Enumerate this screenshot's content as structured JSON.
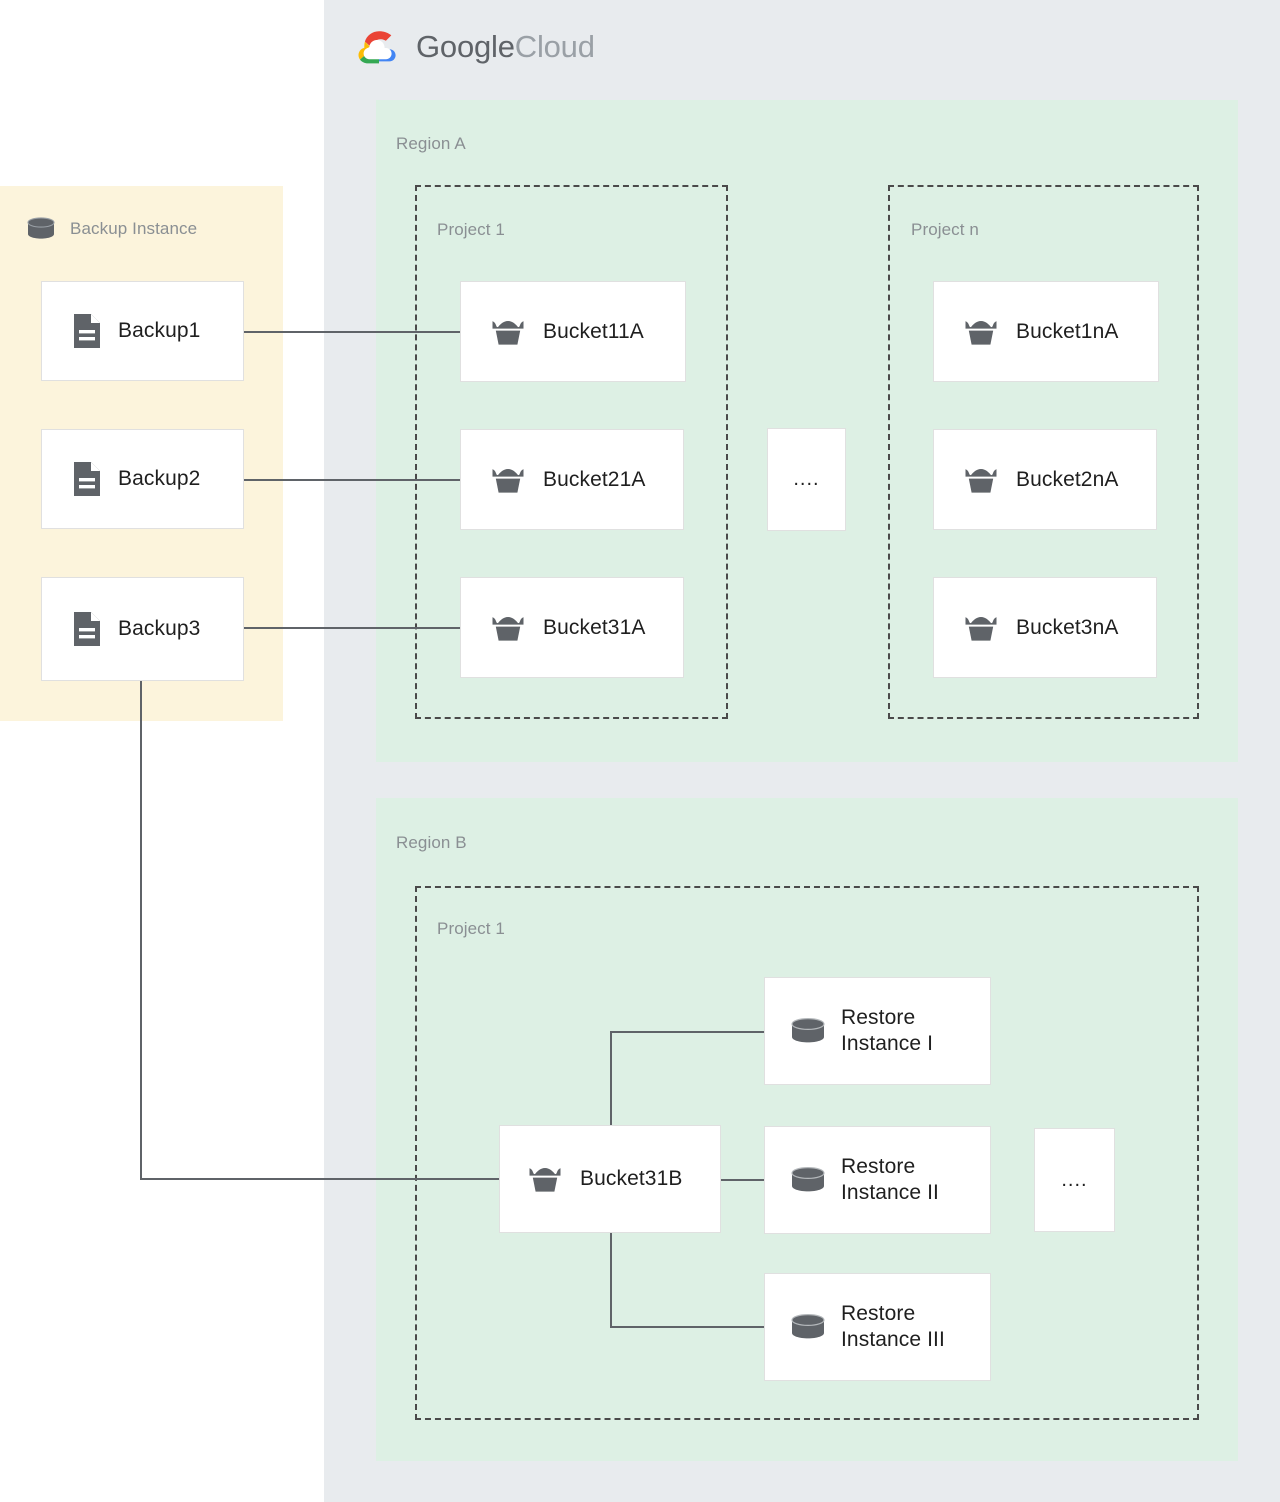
{
  "cloud": {
    "brand_word1": "Google",
    "brand_word2": "Cloud",
    "logo_icon": "google-cloud-logo-icon",
    "panel_color": "#e8ebee"
  },
  "backup_panel": {
    "title": "Backup Instance",
    "title_icon": "database-cylinder-icon",
    "panel_color": "#fcf4dc",
    "items": [
      {
        "label": "Backup1",
        "icon": "document-icon"
      },
      {
        "label": "Backup2",
        "icon": "document-icon"
      },
      {
        "label": "Backup3",
        "icon": "document-icon"
      }
    ]
  },
  "regions": [
    {
      "label": "Region A",
      "color": "#ddf0e4",
      "projects": [
        {
          "label": "Project 1",
          "nodes": [
            {
              "label": "Bucket11A",
              "icon": "storage-bucket-icon"
            },
            {
              "label": "Bucket21A",
              "icon": "storage-bucket-icon"
            },
            {
              "label": "Bucket31A",
              "icon": "storage-bucket-icon"
            }
          ]
        },
        {
          "label": "Project n",
          "nodes": [
            {
              "label": "Bucket1nA",
              "icon": "storage-bucket-icon"
            },
            {
              "label": "Bucket2nA",
              "icon": "storage-bucket-icon"
            },
            {
              "label": "Bucket3nA",
              "icon": "storage-bucket-icon"
            }
          ]
        }
      ],
      "ellipsis": "...."
    },
    {
      "label": "Region B",
      "color": "#ddf0e4",
      "projects": [
        {
          "label": "Project 1",
          "nodes": [
            {
              "label": "Bucket31B",
              "icon": "storage-bucket-icon"
            },
            {
              "label": "Restore\nInstance I",
              "icon": "database-cylinder-icon"
            },
            {
              "label": "Restore\nInstance II",
              "icon": "database-cylinder-icon"
            },
            {
              "label": "Restore\nInstance III",
              "icon": "database-cylinder-icon"
            }
          ]
        }
      ],
      "ellipsis": "...."
    }
  ],
  "connections": [
    {
      "from": "Backup1",
      "to": "Bucket11A"
    },
    {
      "from": "Backup2",
      "to": "Bucket21A"
    },
    {
      "from": "Backup3",
      "to": "Bucket31A"
    },
    {
      "from": "Backup3",
      "to": "Bucket31B"
    },
    {
      "from": "Bucket31B",
      "to": "Restore Instance I"
    },
    {
      "from": "Bucket31B",
      "to": "Restore Instance II"
    },
    {
      "from": "Bucket31B",
      "to": "Restore Instance III"
    }
  ],
  "colors": {
    "line": "#5f6368",
    "card_border": "#e0e0e0",
    "card_bg": "#ffffff",
    "muted_text": "#8a8f93",
    "body_text": "#1f1f1f",
    "logo_red": "#ea4335",
    "logo_blue": "#4285f4",
    "logo_yellow": "#fbbc05",
    "logo_green": "#34a853"
  }
}
